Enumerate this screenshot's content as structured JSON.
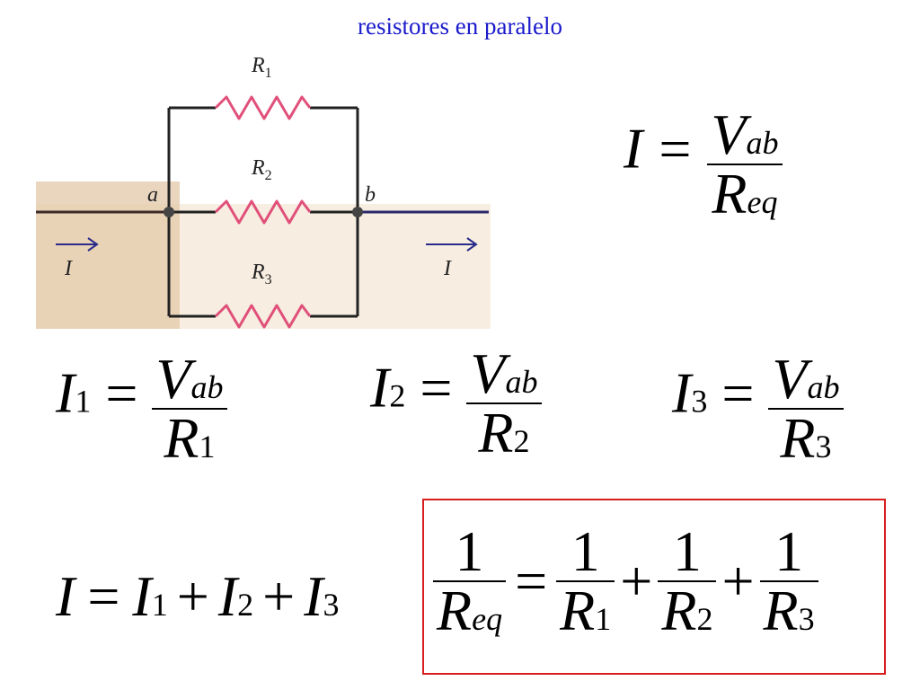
{
  "title": "resistores en paralelo",
  "circuit": {
    "labels": {
      "r1": "R",
      "r1_sub": "1",
      "r2": "R",
      "r2_sub": "2",
      "r3": "R",
      "r3_sub": "3",
      "node_a": "a",
      "node_b": "b",
      "current_in": "I",
      "current_out": "I"
    },
    "colors": {
      "resistor": "#e0507a",
      "background": "#d9b58a",
      "wire": "#222222",
      "wire_right": "#2a2a6a"
    }
  },
  "equations": {
    "total": {
      "lhs": "I",
      "eq": "=",
      "num_var": "V",
      "num_sub": "ab",
      "den_var": "R",
      "den_sub": "eq"
    },
    "branch1": {
      "lhs": "I",
      "lhs_sub": "1",
      "eq": "=",
      "num_var": "V",
      "num_sub": "ab",
      "den_var": "R",
      "den_sub": "1"
    },
    "branch2": {
      "lhs": "I",
      "lhs_sub": "2",
      "eq": "=",
      "num_var": "V",
      "num_sub": "ab",
      "den_var": "R",
      "den_sub": "2"
    },
    "branch3": {
      "lhs": "I",
      "lhs_sub": "3",
      "eq": "=",
      "num_var": "V",
      "num_sub": "ab",
      "den_var": "R",
      "den_sub": "3"
    },
    "sum": {
      "lhs": "I",
      "eq": "=",
      "t1": "I",
      "t1_sub": "1",
      "plus1": "+",
      "t2": "I",
      "t2_sub": "2",
      "plus2": "+",
      "t3": "I",
      "t3_sub": "3"
    },
    "boxed": {
      "one": "1",
      "eq": "=",
      "plus": "+",
      "req_var": "R",
      "req_sub": "eq",
      "r1_var": "R",
      "r1_sub": "1",
      "r2_var": "R",
      "r2_sub": "2",
      "r3_var": "R",
      "r3_sub": "3",
      "border_color": "#d81e1e"
    }
  }
}
